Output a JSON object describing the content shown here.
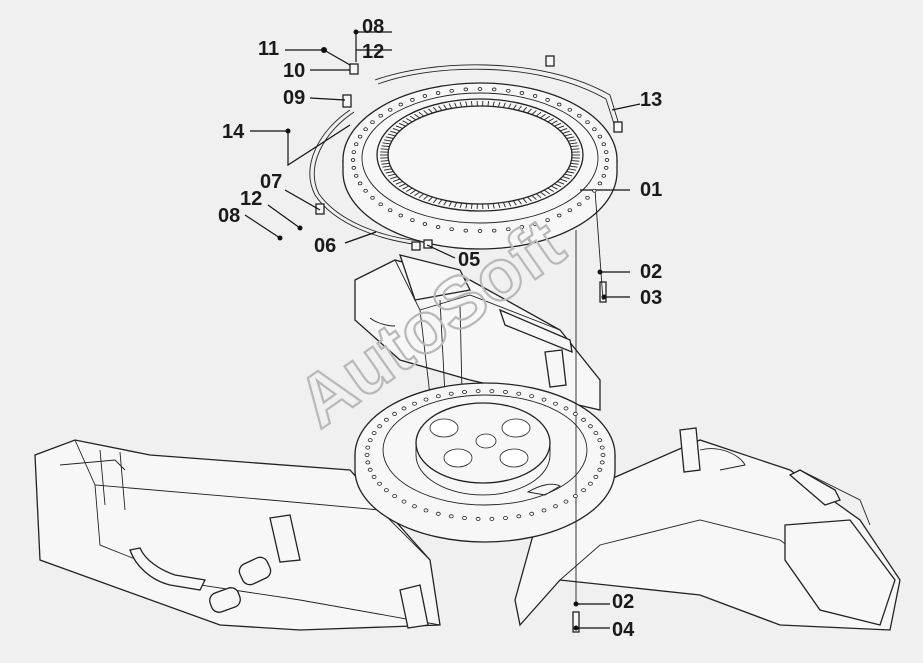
{
  "diagram": {
    "watermark": "AutoSoft",
    "callouts": [
      {
        "id": "c01",
        "label": "01"
      },
      {
        "id": "c02a",
        "label": "02"
      },
      {
        "id": "c03",
        "label": "03"
      },
      {
        "id": "c02b",
        "label": "02"
      },
      {
        "id": "c04",
        "label": "04"
      },
      {
        "id": "c05",
        "label": "05"
      },
      {
        "id": "c06",
        "label": "06"
      },
      {
        "id": "c07",
        "label": "07"
      },
      {
        "id": "c12b",
        "label": "12"
      },
      {
        "id": "c08b",
        "label": "08"
      },
      {
        "id": "c14",
        "label": "14"
      },
      {
        "id": "c09",
        "label": "09"
      },
      {
        "id": "c10",
        "label": "10"
      },
      {
        "id": "c11",
        "label": "11"
      },
      {
        "id": "c08a",
        "label": "08"
      },
      {
        "id": "c12a",
        "label": "12"
      },
      {
        "id": "c13",
        "label": "13"
      }
    ]
  }
}
